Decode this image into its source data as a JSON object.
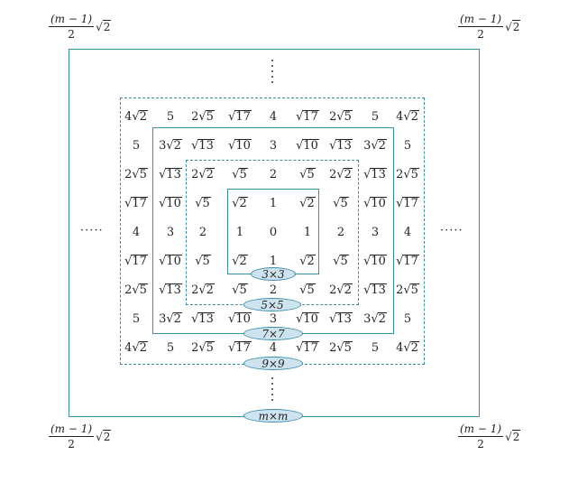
{
  "corner_label": {
    "numerator": "(m − 1)",
    "denominator": "2",
    "radical": "2"
  },
  "grid": [
    [
      "4√2",
      "5",
      "2√5",
      "√17",
      "4",
      "√17",
      "2√5",
      "5",
      "4√2"
    ],
    [
      "5",
      "3√2",
      "√13",
      "√10",
      "3",
      "√10",
      "√13",
      "3√2",
      "5"
    ],
    [
      "2√5",
      "√13",
      "2√2",
      "√5",
      "2",
      "√5",
      "2√2",
      "√13",
      "2√5"
    ],
    [
      "√17",
      "√10",
      "√5",
      "√2",
      "1",
      "√2",
      "√5",
      "√10",
      "√17"
    ],
    [
      "4",
      "3",
      "2",
      "1",
      "0",
      "1",
      "2",
      "3",
      "4"
    ],
    [
      "√17",
      "√10",
      "√5",
      "√2",
      "1",
      "√2",
      "√5",
      "√10",
      "√17"
    ],
    [
      "2√5",
      "√13",
      "2√2",
      "√5",
      "2",
      "√5",
      "2√2",
      "√13",
      "2√5"
    ],
    [
      "5",
      "3√2",
      "√13",
      "√10",
      "3",
      "√10",
      "√13",
      "3√2",
      "5"
    ],
    [
      "4√2",
      "5",
      "2√5",
      "√17",
      "4",
      "√17",
      "2√5",
      "5",
      "4√2"
    ]
  ],
  "labels": {
    "l3": "3×3",
    "l5": "5×5",
    "l7": "7×7",
    "l9": "9×9",
    "lm": "m×m"
  },
  "ellipsis_h": "·····"
}
